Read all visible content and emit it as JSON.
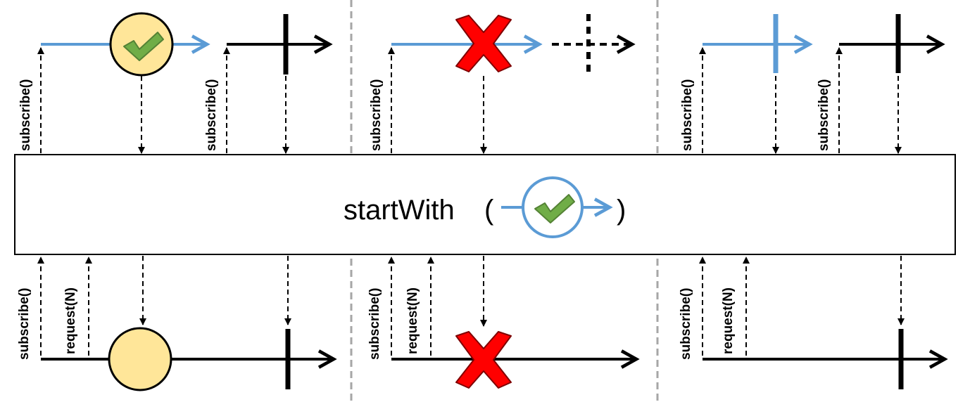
{
  "operator": {
    "name": "startWith",
    "open_paren": "(",
    "close_paren": ")",
    "argument_icon": "check-icon"
  },
  "labels": {
    "subscribe": "subscribe()",
    "request": "request(N)"
  },
  "panels": [
    {
      "name": "value-then-complete",
      "upstream_first_icon": "check-circle-icon",
      "upstream_second_terminal": "complete-bar",
      "downstream_item": "item-circle",
      "downstream_terminal": "complete-bar"
    },
    {
      "name": "error",
      "upstream_first_icon": "error-x-icon",
      "upstream_second_terminal": "dashed-cancelled-bar",
      "downstream_item": "error-x-icon"
    },
    {
      "name": "empty-complete",
      "upstream_first_icon": "complete-bar",
      "upstream_second_terminal": "complete-bar",
      "downstream_terminal": "complete-bar"
    }
  ],
  "colors": {
    "blue": "#5b9bd5",
    "yellow_fill": "#ffe699",
    "green_check": "#70ad47",
    "red_x": "#ff0000",
    "dashed_red": "#c00000",
    "divider": "#a6a6a6"
  }
}
